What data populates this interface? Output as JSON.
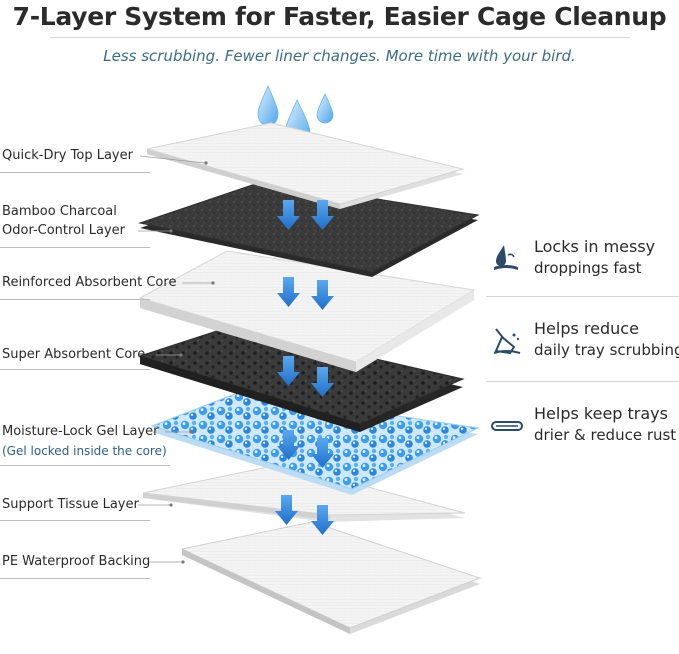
{
  "header": {
    "title": "7-Layer System for Faster, Easier Cage Cleanup",
    "subtitle": "Less scrubbing. Fewer liner changes. More time with your bird."
  },
  "layers": [
    {
      "label": "Quick-Dry Top Layer"
    },
    {
      "label_line1": "Bamboo Charcoal",
      "label_line2": "Odor-Control Layer"
    },
    {
      "label": "Reinforced Absorbent Core"
    },
    {
      "label": "Super Absorbent Core"
    },
    {
      "label": "Moisture-Lock Gel Layer",
      "note": "(Gel locked inside the core)"
    },
    {
      "label": "Support Tissue Layer"
    },
    {
      "label": "PE Waterproof Backing"
    }
  ],
  "benefits": [
    {
      "line1": "Locks in messy",
      "line2": "droppings fast",
      "icon": "droplet-lock-icon"
    },
    {
      "line1": "Helps reduce",
      "line2": "daily tray scrubbing",
      "icon": "scrub-spray-icon"
    },
    {
      "line1": "Helps keep trays",
      "line2": "drier & reduce rust",
      "icon": "tray-icon"
    }
  ],
  "colors": {
    "accent_blue": "#2f86d8",
    "charcoal": "#3a3a3a",
    "gel_blue": "#3fa0ea",
    "subtitle_blue": "#3d6b86",
    "benefit_icon_navy": "#2d4a6a"
  }
}
